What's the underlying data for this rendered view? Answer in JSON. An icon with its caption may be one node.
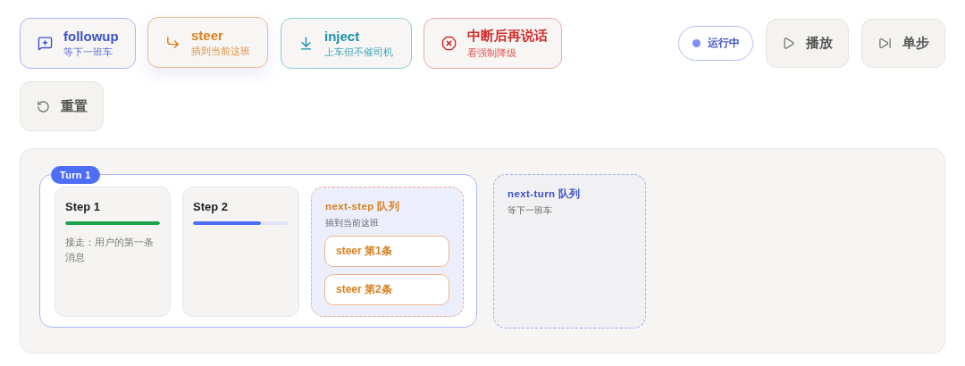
{
  "diagram": {
    "nodes": [
      {
        "text": [
          "followup",
          "等下一班车"
        ]
      },
      {
        "text": [
          "steer",
          "插到当前这班"
        ]
      },
      {
        "text": [
          "inject",
          "上车但不催司机"
        ]
      },
      {
        "text": [
          "中断后再说话",
          "看强制降级"
        ]
      },
      {
        "text": [
          "运行中"
        ]
      },
      {
        "text": [
          "播放"
        ]
      },
      {
        "text": [
          "单步"
        ]
      },
      {
        "text": [
          "重置"
        ]
      },
      {
        "text": [],
        "shape": "box"
      },
      {
        "text": [
          "Turn 1"
        ],
        "in": 8
      },
      {
        "text": [
          "Step 1",
          "接走：用户的第一条消息"
        ],
        "in": 9
      },
      {
        "text": [
          "Step 2"
        ],
        "in": 9
      },
      {
        "text": [
          "next-step 队列",
          "插到当前这班"
        ],
        "in": 9
      },
      {
        "text": [
          "steer 第1条"
        ],
        "in": 12
      },
      {
        "text": [
          "steer 第2条"
        ],
        "in": 12
      },
      {
        "text": [
          "next-turn 队列",
          "等下一班车"
        ],
        "in": 8
      }
    ]
  }
}
